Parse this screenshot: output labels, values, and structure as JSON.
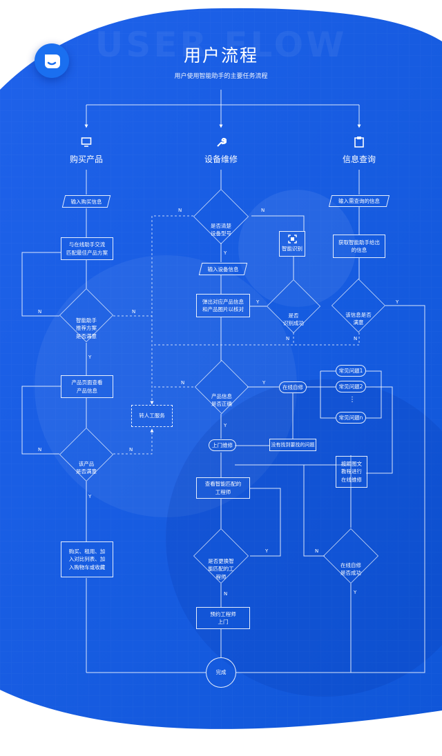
{
  "watermark": "USER FLOW",
  "header": {
    "title": "用户流程",
    "subtitle": "用户使用智能助手的主要任务流程"
  },
  "columns": {
    "buy": "购买产品",
    "repair": "设备维修",
    "query": "信息查询"
  },
  "buy": {
    "input": "输入购买信息",
    "chat": "与在线助手交流\n匹配最佳产品方案",
    "satisfied": "智能助手\n推荐方案\n是否满意",
    "page": "产品页面查看\n产品信息",
    "product_ok": "该产品\n是否满意",
    "action": "购买、租用、加\n入对比列表、加\n入购物车或收藏"
  },
  "transfer": "转人工服务",
  "repair": {
    "know_model": "是否清楚\n设备型号",
    "smart_recognize": "智能识别",
    "input_device": "输入设备信息",
    "popup": "弹出对应产品信息\n和产品图片以核对",
    "recognized": "是否\n识别成功",
    "correct": "产品信息\n是否正确",
    "self_repair": "在线自修",
    "onsite": "上门维修",
    "no_issue": "没有找到要找的问题",
    "faq1": "常见问题1",
    "faq2": "常见问题2",
    "faq_more": "⋮",
    "faqn": "常见问题n",
    "tutorial": "按照图文\n教程进行\n在线维修",
    "view_engineer": "查看智能匹配的\n工程师",
    "change_engineer": "是否更换智\n能匹配的工\n程师",
    "self_success": "在线自修\n是否成功",
    "book": "预约工程师\n上门"
  },
  "query": {
    "input": "输入需查询的信息",
    "fetch": "获取智能助手给出\n的信息",
    "satisfied": "该信息是否\n满意"
  },
  "done": "完成",
  "branch": {
    "yes": "Y",
    "no": "N"
  }
}
